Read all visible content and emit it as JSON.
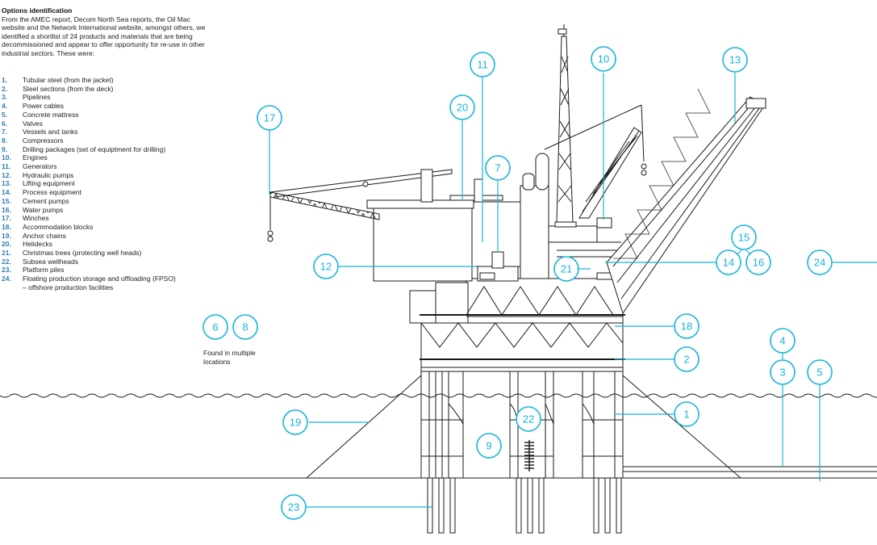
{
  "intro": {
    "title": "Options identification",
    "body": "From the AMEC report, Decom North Sea reports, the Oil Mac website and the Network International website, amongst others, we identified a shortlist of 24 products and materials that are being decommissioned and appear to offer opportunity for re-use in other industrial sectors. These were:"
  },
  "options": [
    {
      "num": "1.",
      "label": "Tubular steel (from the jacket)"
    },
    {
      "num": "2.",
      "label": "Steel sections (from the deck)"
    },
    {
      "num": "3.",
      "label": "Pipelines"
    },
    {
      "num": "4.",
      "label": "Power cables"
    },
    {
      "num": "5.",
      "label": "Concrete mattress"
    },
    {
      "num": "6.",
      "label": "Valves"
    },
    {
      "num": "7.",
      "label": "Vessels and tanks"
    },
    {
      "num": "8.",
      "label": "Compressors"
    },
    {
      "num": "9.",
      "label": "Drilling packages (set of equiptment for drilling)"
    },
    {
      "num": "10.",
      "label": "Engines"
    },
    {
      "num": "11.",
      "label": "Generators"
    },
    {
      "num": "12.",
      "label": "Hydraulic pumps"
    },
    {
      "num": "13.",
      "label": "Lifting equipment"
    },
    {
      "num": "14.",
      "label": "Process equipment"
    },
    {
      "num": "15.",
      "label": "Cement pumps"
    },
    {
      "num": "16.",
      "label": "Water pumps"
    },
    {
      "num": "17.",
      "label": "Winches"
    },
    {
      "num": "18.",
      "label": "Accommodation blocks"
    },
    {
      "num": "19.",
      "label": "Anchor chains"
    },
    {
      "num": "20.",
      "label": "Helidecks"
    },
    {
      "num": "21.",
      "label": "Christmas trees (protecting well heads)"
    },
    {
      "num": "22.",
      "label": "Subsea wellheads"
    },
    {
      "num": "23.",
      "label": "Platform piles"
    },
    {
      "num": "24.",
      "label": "Floating production storage and offloading (FPSO)\n– offshore production facilities"
    }
  ],
  "found_note": "Found in multiple locations",
  "callouts": {
    "c1": "1",
    "c2": "2",
    "c3": "3",
    "c4": "4",
    "c5": "5",
    "c6": "6",
    "c7": "7",
    "c8": "8",
    "c9": "9",
    "c10": "10",
    "c11": "11",
    "c12": "12",
    "c13": "13",
    "c14": "14",
    "c15": "15",
    "c16": "16",
    "c17": "17",
    "c18": "18",
    "c19": "19",
    "c20": "20",
    "c21": "21",
    "c22": "22",
    "c23": "23",
    "c24": "24"
  },
  "colors": {
    "accent": "#17b5d9",
    "number_blue": "#2a7fb0",
    "line": "#1a1a1a"
  }
}
